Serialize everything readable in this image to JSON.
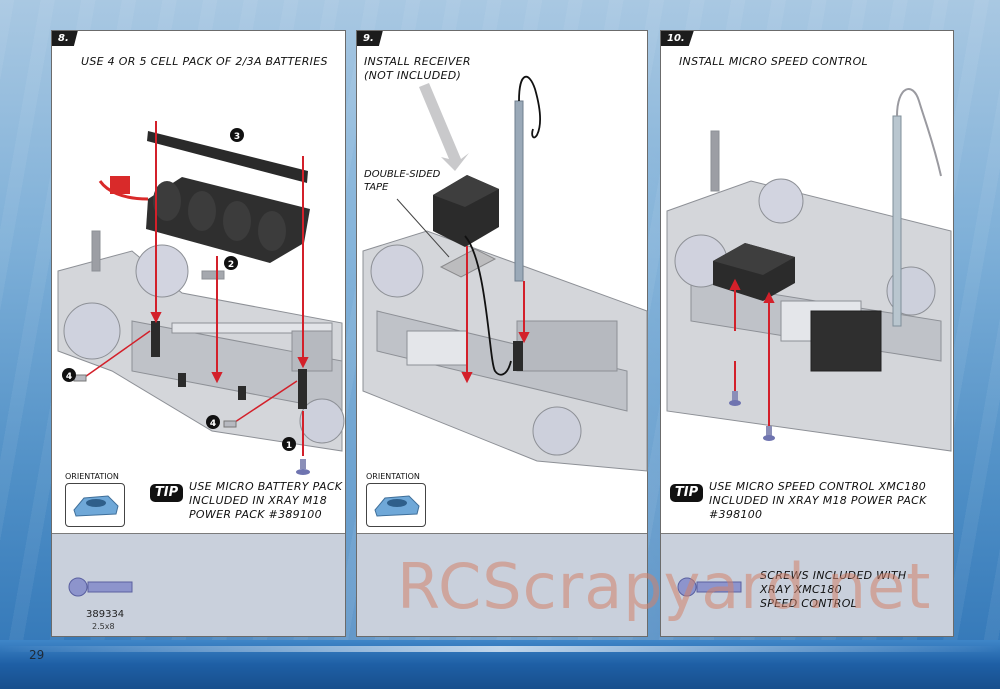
{
  "page_number": "29",
  "watermark": "RCScrapyard.net",
  "steps": [
    {
      "number": "8.",
      "title": "USE 4 OR 5 CELL PACK OF 2/3A BATTERIES",
      "callouts": [
        "3",
        "2",
        "4",
        "4",
        "1"
      ],
      "orientation_label": "ORIENTATION",
      "tip_badge": "TIP",
      "tip_text": "USE MICRO BATTERY PACK\nINCLUDED IN XRAY M18\nPOWER PACK #389100",
      "part_number": "389334",
      "part_size": "2.5x8"
    },
    {
      "number": "9.",
      "title": "INSTALL RECEIVER\n (NOT INCLUDED)",
      "label_tape": "DOUBLE-SIDED\nTAPE",
      "orientation_label": "ORIENTATION"
    },
    {
      "number": "10.",
      "title": "INSTALL MICRO SPEED CONTROL",
      "tip_badge": "TIP",
      "tip_text": "USE MICRO SPEED CONTROL XMC180\nINCLUDED IN XRAY M18 POWER PACK\n#398100",
      "screws_note": "SCREWS INCLUDED WITH\nXRAY XMC180\nSPEED CONTROL"
    }
  ],
  "colors": {
    "arrow": "#d3202a",
    "panel_lower": "#c9d0dc",
    "step_badge": "#1c1c1c"
  }
}
